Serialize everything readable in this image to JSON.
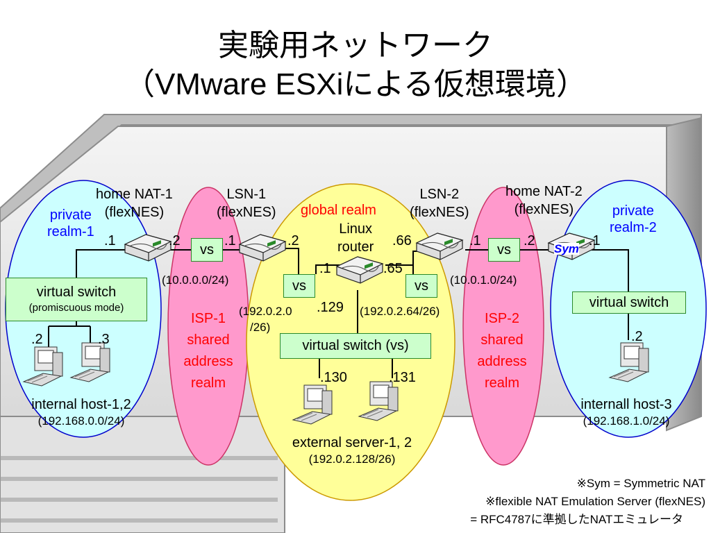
{
  "title": {
    "line1": "実験用ネットワーク",
    "line2": "（VMware ESXiによる仮想環境）"
  },
  "realms": {
    "private1": [
      "private",
      "realm-1"
    ],
    "private2": [
      "private",
      "realm-2"
    ],
    "global": "global realm",
    "isp1": [
      "ISP-1",
      "shared",
      "address",
      "realm"
    ],
    "isp2": [
      "ISP-2",
      "shared",
      "address",
      "realm"
    ]
  },
  "devices": {
    "home_nat1": [
      "home NAT-1",
      "(flexNES)"
    ],
    "lsn1": [
      "LSN-1",
      "(flexNES)"
    ],
    "linux_router": [
      "Linux",
      "router"
    ],
    "lsn2": [
      "LSN-2",
      "(flexNES)"
    ],
    "home_nat2": [
      "home NAT-2",
      "(flexNES)"
    ],
    "sym_badge": "Sym"
  },
  "switches": {
    "vs_isp1": "vs",
    "vs_global_left": "vs",
    "vs_global_right": "vs",
    "vs_isp2": "vs",
    "virtual_switch1": [
      "virtual switch",
      "(promiscuous mode)"
    ],
    "virtual_switch_vs": "virtual switch (vs)",
    "virtual_switch3": "virtual switch"
  },
  "addresses": {
    "nat1_in": ".1",
    "nat1_out": ".2",
    "lsn1_in": ".1",
    "lsn1_out": ".2",
    "router_left": ".1",
    "router_right": ".65",
    "router_down": ".129",
    "lsn2_in": ".66",
    "lsn2_out": ".1",
    "nat2_out": ".2",
    "nat2_in": ".1",
    "host1": ".2",
    "host2": ".3",
    "server1": ".130",
    "server2": ".131",
    "host3": ".2",
    "net_isp1": "(10.0.0.0/24)",
    "net_global_left": [
      "(192.0.2.0",
      "/26)"
    ],
    "net_global_right": "(192.0.2.64/26)",
    "net_isp2": "(10.0.1.0/24)"
  },
  "hosts": {
    "internal12": [
      "internal host-1,2",
      "(192.168.0.0/24)"
    ],
    "servers": [
      "external server-1, 2",
      "(192.0.2.128/26)"
    ],
    "internal3": [
      "internall host-3",
      "(192.168.1.0/24)"
    ]
  },
  "notes": {
    "sym": "※Sym = Symmetric NAT",
    "flexnes": "※flexible NAT Emulation Server (flexNES)",
    "rfc": "= RFC4787に準拠したNATエミュレータ"
  },
  "colors": {
    "private_realm": "#ccffff",
    "global_realm": "#ffff99",
    "isp_realm": "#ff99cc",
    "switch_fill": "#ccffcc"
  }
}
